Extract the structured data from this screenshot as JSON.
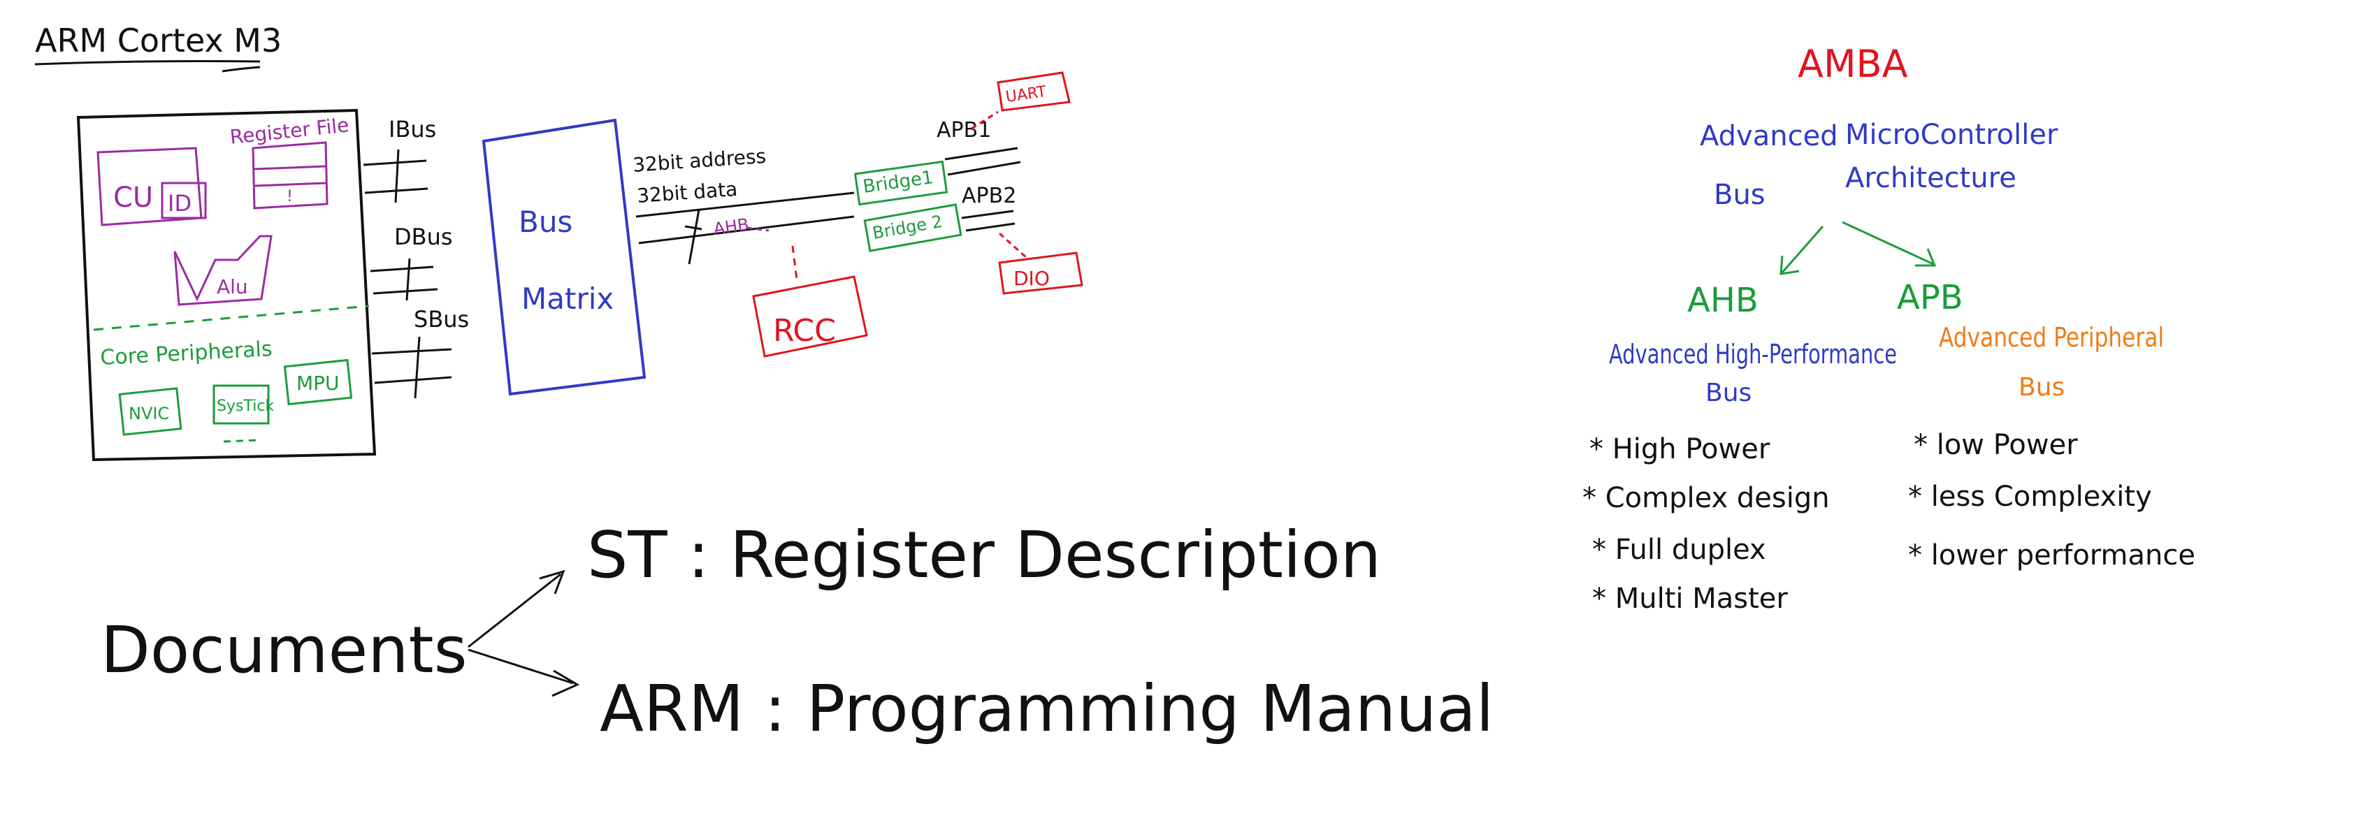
{
  "colors": {
    "black": "#111111",
    "purple": "#9b2aa3",
    "blue": "#2f3bc4",
    "green": "#1c9c3c",
    "red": "#e0141e",
    "orange": "#f07b16"
  },
  "left": {
    "title": "ARM Cortex M3",
    "cpu": {
      "cu": "CU",
      "id": "ID",
      "register_file": "Register File",
      "register_mark": "!",
      "alu": "Alu",
      "core_peripherals": "Core Peripherals",
      "nvic": "NVIC",
      "systick": "SysTick",
      "mpu": "MPU"
    },
    "buses": {
      "ibus": "IBus",
      "dbus": "DBus",
      "sbus": "SBus"
    },
    "bus_matrix": {
      "line1": "Bus",
      "line2": "Matrix"
    },
    "address": "32bit address",
    "data": "32bit data",
    "ahb": "AHB",
    "bridge1": "Bridge1",
    "bridge2": "Bridge 2",
    "apb1": "APB1",
    "apb2": "APB2",
    "uart": "UART",
    "dio": "DIO",
    "rcc": "RCC"
  },
  "documents": {
    "label": "Documents",
    "st": "ST : Register Description",
    "arm": "ARM : Programming Manual"
  },
  "amba": {
    "title": "AMBA",
    "expansion_line1_left": "Advanced",
    "expansion_line1_right": "MicroController",
    "expansion_line2_left": "Bus",
    "expansion_line2_right": "Architecture",
    "ahb": "AHB",
    "apb": "APB",
    "ahb_full_line1": "Advanced High-Performance",
    "ahb_full_line2": "Bus",
    "apb_full_line1": "Advanced Peripheral",
    "apb_full_line2": "Bus",
    "ahb_points": [
      "* High Power",
      "* Complex design",
      "* Full duplex",
      "* Multi Master"
    ],
    "apb_points": [
      "* low Power",
      "* less Complexity",
      "* lower performance"
    ]
  }
}
